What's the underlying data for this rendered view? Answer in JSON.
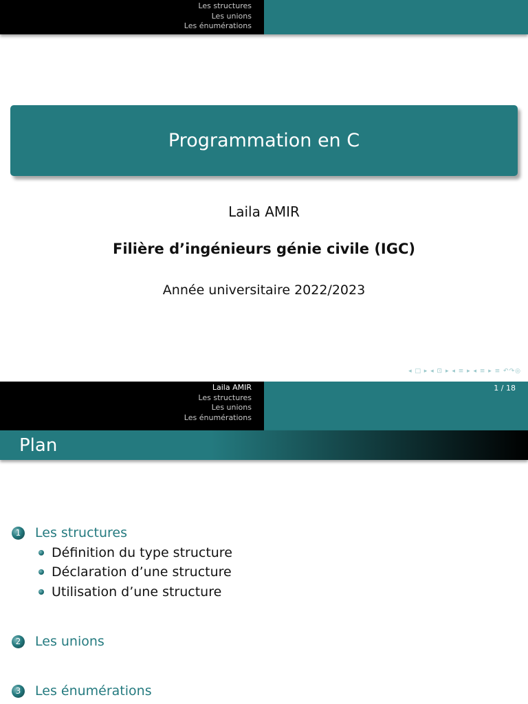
{
  "slide1": {
    "header": {
      "sections": [
        "Les structures",
        "Les unions",
        "Les énumérations"
      ]
    },
    "title": "Programmation en C",
    "author": "Laila AMIR",
    "institute": "Filière d’ingénieurs génie civile (IGC)",
    "date": "Année universitaire 2022/2023",
    "nav_symbols": "◂ □ ▸ ◂ ⊡ ▸ ◂ ≡ ▸ ◂ ≡ ▸   ≡   ↶↷◎"
  },
  "slide2": {
    "header": {
      "author": "Laila AMIR",
      "sections": [
        "Les structures",
        "Les unions",
        "Les énumérations"
      ],
      "page": "1 / 18"
    },
    "frame_title": "Plan",
    "toc": [
      {
        "number": "1",
        "title": "Les structures",
        "subsections": [
          "Définition du type structure",
          "Déclaration d’une structure",
          "Utilisation d’une structure"
        ]
      },
      {
        "number": "2",
        "title": "Les unions",
        "subsections": []
      },
      {
        "number": "3",
        "title": "Les énumérations",
        "subsections": []
      }
    ]
  }
}
